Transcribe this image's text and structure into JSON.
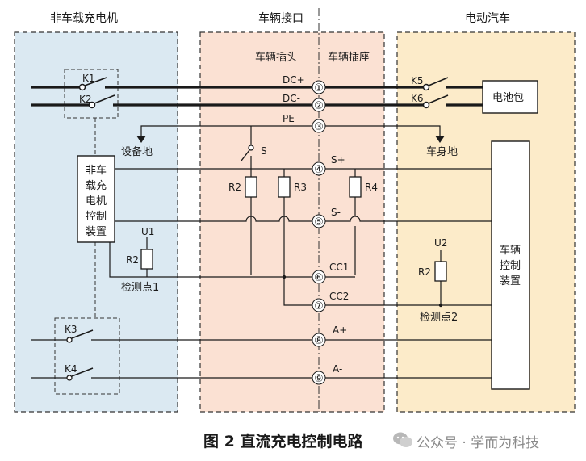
{
  "regions": {
    "charger": "非车载充电机",
    "interface": "车辆接口",
    "vehicle": "电动汽车"
  },
  "subregions": {
    "plug": "车辆插头",
    "socket": "车辆插座"
  },
  "charger_controller": [
    "非车",
    "载充",
    "电机",
    "控制",
    "装置"
  ],
  "vehicle_controller": [
    "车辆",
    "控制",
    "装置"
  ],
  "battery": "电池包",
  "switches": {
    "k1": "K1",
    "k2": "K2",
    "k3": "K3",
    "k4": "K4",
    "k5": "K5",
    "k6": "K6",
    "s": "S"
  },
  "lines": {
    "dc_plus": "DC+",
    "dc_minus": "DC-",
    "pe": "PE",
    "s_plus": "S+",
    "s_minus": "S-",
    "cc1": "CC1",
    "cc2": "CC2",
    "a_plus": "A+",
    "a_minus": "A-"
  },
  "pins": [
    "①",
    "②",
    "③",
    "④",
    "⑤",
    "⑥",
    "⑦",
    "⑧",
    "⑨"
  ],
  "grounds": {
    "equipment": "设备地",
    "chassis": "车身地"
  },
  "resistors": {
    "r2_plug": "R2",
    "r3": "R3",
    "r4": "R4",
    "r2_u1": "R2",
    "r2_u2": "R2"
  },
  "voltages": {
    "u1": "U1",
    "u2": "U2"
  },
  "detect_points": {
    "p1": "检测点1",
    "p2": "检测点2"
  },
  "caption": "图 2  直流充电控制电路",
  "watermark": "公众号 · 学而为科技",
  "colors": {
    "charger_bg": "#dbe9f2",
    "interface_bg": "#fbe1d3",
    "vehicle_bg": "#fcebc9",
    "line": "#1a1a1a"
  }
}
